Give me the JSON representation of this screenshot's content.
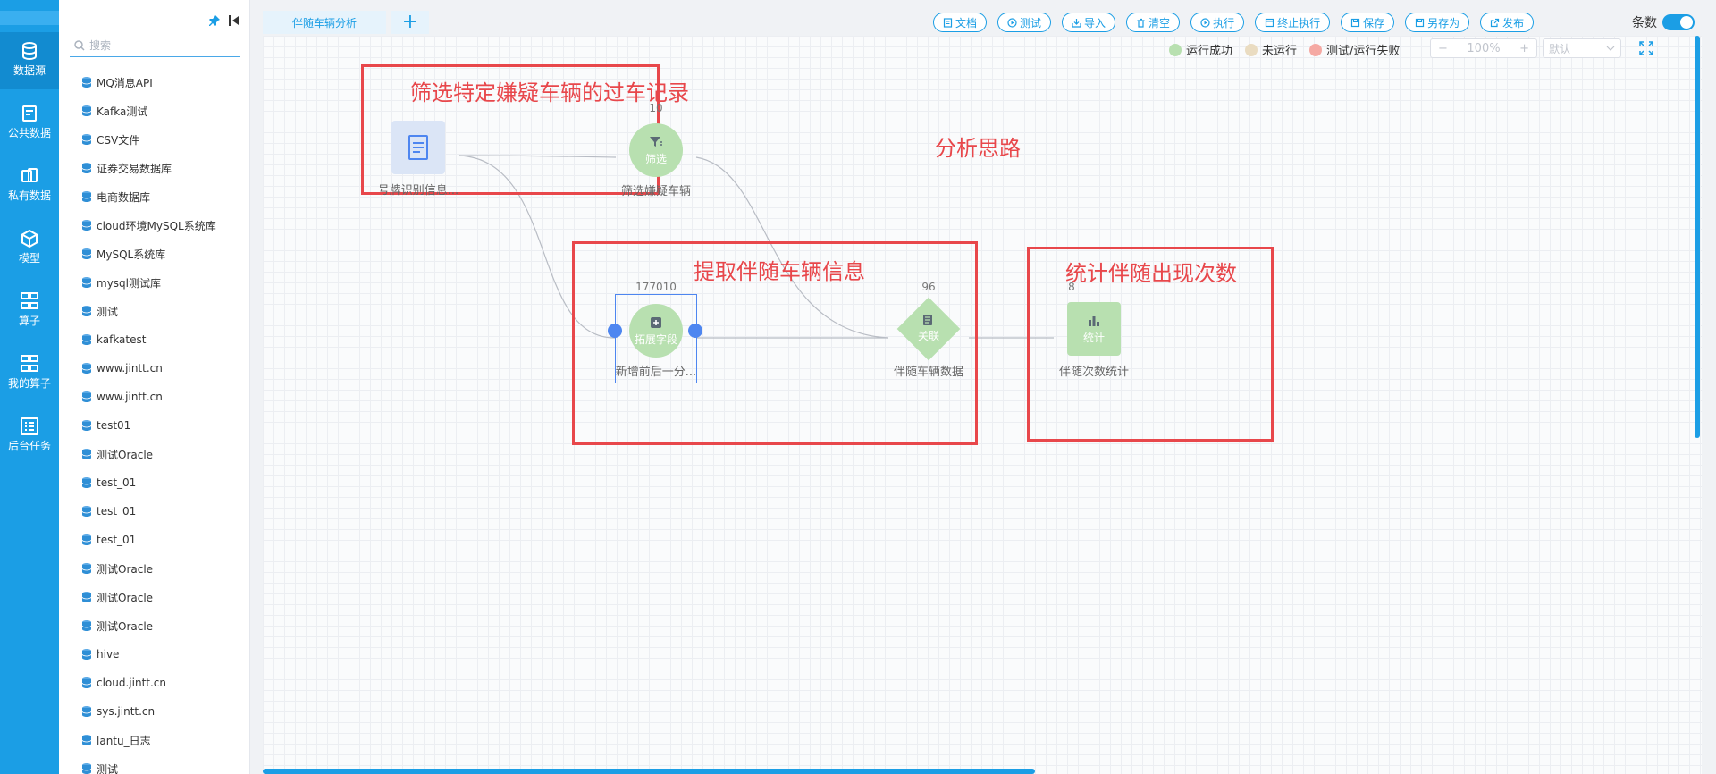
{
  "nav": [
    {
      "label": "数据源",
      "icon": "database-icon"
    },
    {
      "label": "公共数据",
      "icon": "public-data-icon"
    },
    {
      "label": "私有数据",
      "icon": "private-data-icon"
    },
    {
      "label": "模型",
      "icon": "cube-icon"
    },
    {
      "label": "算子",
      "icon": "operator-icon"
    },
    {
      "label": "我的算子",
      "icon": "my-operator-icon"
    },
    {
      "label": "后台任务",
      "icon": "task-list-icon"
    }
  ],
  "search": {
    "placeholder": "搜索"
  },
  "datasources": [
    "MQ消息API",
    "Kafka测试",
    "CSV文件",
    "证券交易数据库",
    "电商数据库",
    "cloud环境MySQL系统库",
    "MySQL系统库",
    "mysql测试库",
    "测试",
    "kafkatest",
    "www.jintt.cn",
    "www.jintt.cn",
    "test01",
    "测试Oracle",
    "test_01",
    "test_01",
    "test_01",
    "测试Oracle",
    "测试Oracle",
    "测试Oracle",
    "hive",
    "cloud.jintt.cn",
    "sys.jintt.cn",
    "lantu_日志",
    "测试"
  ],
  "tabs": {
    "main": "伴随车辆分析",
    "add": "+"
  },
  "toolbar": [
    "文档",
    "测试",
    "导入",
    "清空",
    "执行",
    "终止执行",
    "保存",
    "另存为",
    "发布"
  ],
  "count_toggle": {
    "label": "条数",
    "on": true
  },
  "legend": [
    {
      "label": "运行成功",
      "color": "#b8e0b0"
    },
    {
      "label": "未运行",
      "color": "#eadcc1"
    },
    {
      "label": "测试/运行失败",
      "color": "#f5a9a3"
    }
  ],
  "zoom": {
    "minus": "−",
    "value": "100%",
    "plus": "+"
  },
  "layout_select": {
    "value": "默认"
  },
  "annotations": {
    "box1": "筛选特定嫌疑车辆的过车记录",
    "box2": "提取伴随车辆信息",
    "box3": "统计伴随出现次数",
    "free": "分析思路"
  },
  "nodes": {
    "plate": {
      "label": "号牌识别信息..."
    },
    "filter": {
      "inner": "筛选",
      "label": "筛选嫌疑车辆",
      "count": "10"
    },
    "extend": {
      "inner": "拓展字段",
      "label": "新增前后一分...",
      "count": "177010"
    },
    "join": {
      "inner": "关联",
      "label": "伴随车辆数据",
      "count": "96"
    },
    "stat": {
      "inner": "统计",
      "label": "伴随次数统计",
      "count": "8"
    }
  },
  "colors": {
    "accent": "#1b9ee5",
    "annotation": "#e8474b",
    "node_success": "#b8e0b0",
    "port": "#4e86f0"
  }
}
